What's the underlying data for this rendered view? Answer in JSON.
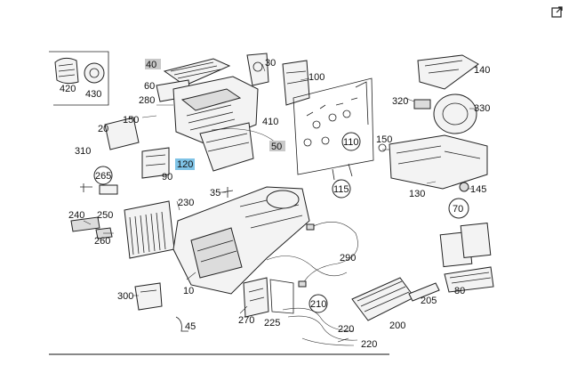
{
  "toolbar": {
    "export_icon": "export-icon"
  },
  "colors": {
    "highlight_blue": "#7fc3e6",
    "highlight_gray": "#c8c8c8",
    "line": "#222222"
  },
  "labels": {
    "l420": "420",
    "l430": "430",
    "l40": "40",
    "l60": "60",
    "l30": "30",
    "l100": "100",
    "l140": "140",
    "l280": "280",
    "l150a": "150",
    "l410": "410",
    "l20": "20",
    "l320": "320",
    "l330": "330",
    "l50": "50",
    "l110": "110",
    "l150b": "150",
    "l310": "310",
    "l120": "120",
    "l265": "265",
    "l90": "90",
    "l35": "35",
    "l115": "115",
    "l130": "130",
    "l145": "145",
    "l230": "230",
    "l70": "70",
    "l240": "240",
    "l250": "250",
    "l260": "260",
    "l290": "290",
    "l80": "80",
    "l300": "300",
    "l10": "10",
    "l205": "205",
    "l270": "270",
    "l225": "225",
    "l210": "210",
    "l200": "200",
    "l45": "45",
    "l220a": "220",
    "l220b": "220"
  }
}
